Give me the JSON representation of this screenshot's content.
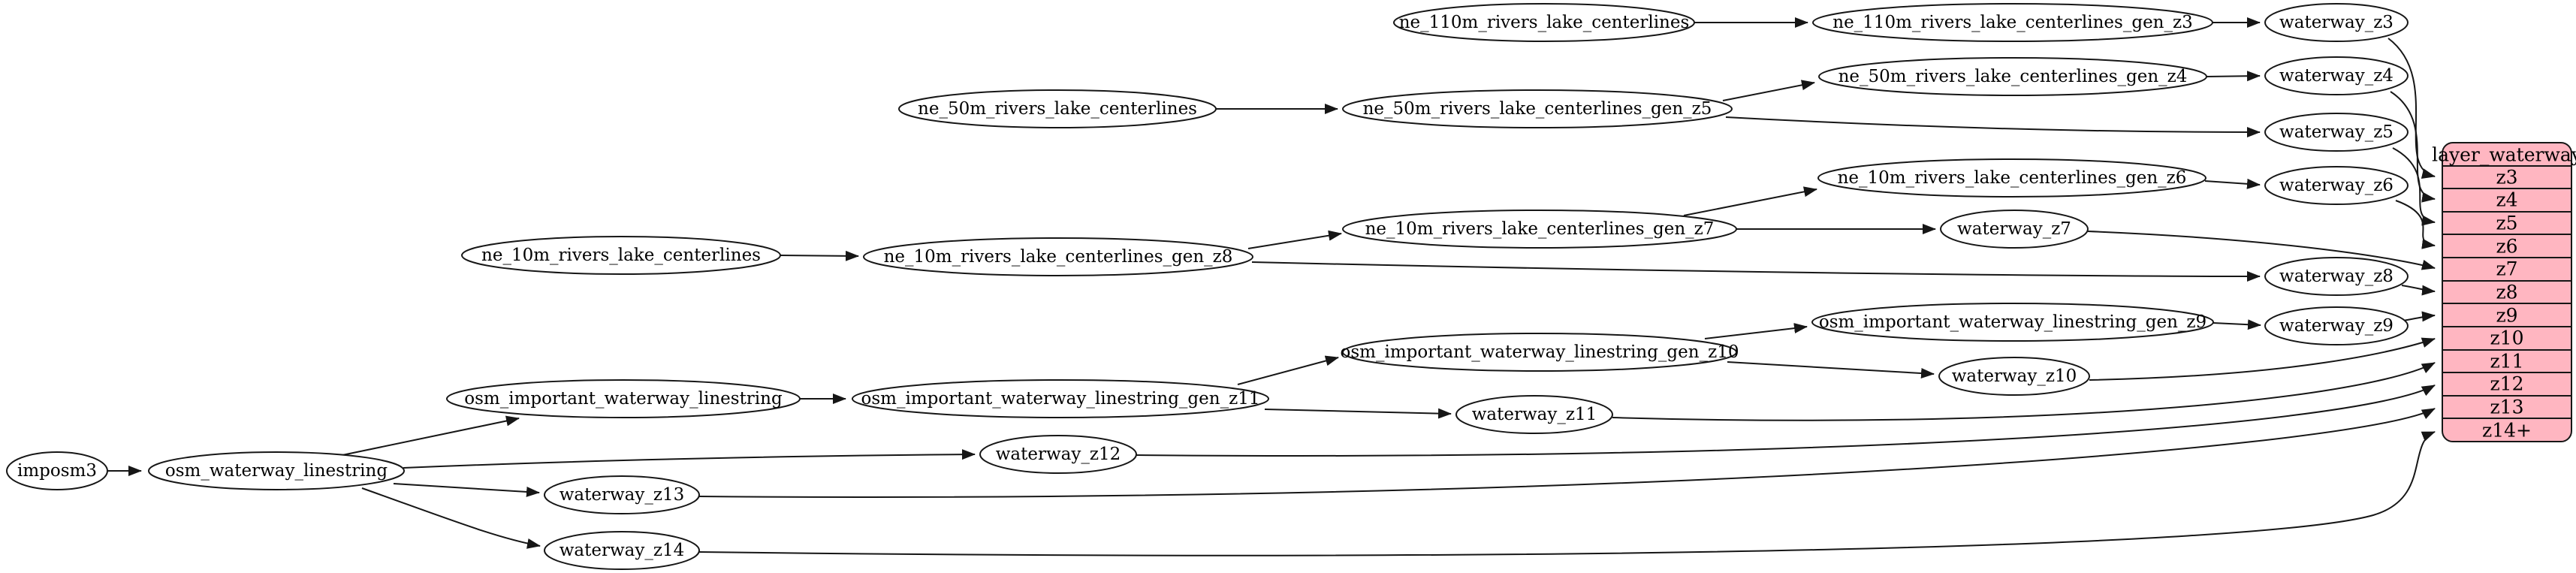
{
  "graph": {
    "nodes": {
      "imposm3": "imposm3",
      "osm_waterway_linestring": "osm_waterway_linestring",
      "osm_important_waterway_linestring": "osm_important_waterway_linestring",
      "osm_important_waterway_linestring_gen_z11": "osm_important_waterway_linestring_gen_z11",
      "osm_important_waterway_linestring_gen_z10": "osm_important_waterway_linestring_gen_z10",
      "osm_important_waterway_linestring_gen_z9": "osm_important_waterway_linestring_gen_z9",
      "ne_110m_rivers_lake_centerlines": "ne_110m_rivers_lake_centerlines",
      "ne_110m_rivers_lake_centerlines_gen_z3": "ne_110m_rivers_lake_centerlines_gen_z3",
      "ne_50m_rivers_lake_centerlines": "ne_50m_rivers_lake_centerlines",
      "ne_50m_rivers_lake_centerlines_gen_z5": "ne_50m_rivers_lake_centerlines_gen_z5",
      "ne_50m_rivers_lake_centerlines_gen_z4": "ne_50m_rivers_lake_centerlines_gen_z4",
      "ne_10m_rivers_lake_centerlines": "ne_10m_rivers_lake_centerlines",
      "ne_10m_rivers_lake_centerlines_gen_z8": "ne_10m_rivers_lake_centerlines_gen_z8",
      "ne_10m_rivers_lake_centerlines_gen_z7": "ne_10m_rivers_lake_centerlines_gen_z7",
      "ne_10m_rivers_lake_centerlines_gen_z6": "ne_10m_rivers_lake_centerlines_gen_z6",
      "waterway_z3": "waterway_z3",
      "waterway_z4": "waterway_z4",
      "waterway_z5": "waterway_z5",
      "waterway_z6": "waterway_z6",
      "waterway_z7": "waterway_z7",
      "waterway_z8": "waterway_z8",
      "waterway_z9": "waterway_z9",
      "waterway_z10": "waterway_z10",
      "waterway_z11": "waterway_z11",
      "waterway_z12": "waterway_z12",
      "waterway_z13": "waterway_z13",
      "waterway_z14": "waterway_z14"
    },
    "table": {
      "title": "layer_waterway",
      "rows": [
        "z3",
        "z4",
        "z5",
        "z6",
        "z7",
        "z8",
        "z9",
        "z10",
        "z11",
        "z12",
        "z13",
        "z14+"
      ],
      "fill": "#ffb6c1",
      "stroke": "#161616"
    },
    "edges": [
      "imposm3 -> osm_waterway_linestring",
      "osm_waterway_linestring -> osm_important_waterway_linestring",
      "osm_waterway_linestring -> waterway_z12",
      "osm_waterway_linestring -> waterway_z13",
      "osm_waterway_linestring -> waterway_z14",
      "osm_important_waterway_linestring -> osm_important_waterway_linestring_gen_z11",
      "osm_important_waterway_linestring_gen_z11 -> osm_important_waterway_linestring_gen_z10",
      "osm_important_waterway_linestring_gen_z11 -> waterway_z11",
      "osm_important_waterway_linestring_gen_z10 -> osm_important_waterway_linestring_gen_z9",
      "osm_important_waterway_linestring_gen_z10 -> waterway_z10",
      "osm_important_waterway_linestring_gen_z9 -> waterway_z9",
      "ne_110m_rivers_lake_centerlines -> ne_110m_rivers_lake_centerlines_gen_z3",
      "ne_110m_rivers_lake_centerlines_gen_z3 -> waterway_z3",
      "ne_50m_rivers_lake_centerlines -> ne_50m_rivers_lake_centerlines_gen_z5",
      "ne_50m_rivers_lake_centerlines_gen_z5 -> ne_50m_rivers_lake_centerlines_gen_z4",
      "ne_50m_rivers_lake_centerlines_gen_z5 -> waterway_z5",
      "ne_50m_rivers_lake_centerlines_gen_z4 -> waterway_z4",
      "ne_10m_rivers_lake_centerlines -> ne_10m_rivers_lake_centerlines_gen_z8",
      "ne_10m_rivers_lake_centerlines_gen_z8 -> ne_10m_rivers_lake_centerlines_gen_z7",
      "ne_10m_rivers_lake_centerlines_gen_z8 -> waterway_z8",
      "ne_10m_rivers_lake_centerlines_gen_z7 -> ne_10m_rivers_lake_centerlines_gen_z6",
      "ne_10m_rivers_lake_centerlines_gen_z7 -> waterway_z7",
      "ne_10m_rivers_lake_centerlines_gen_z6 -> waterway_z6",
      "waterway_z3 -> layer_waterway:z3",
      "waterway_z4 -> layer_waterway:z4",
      "waterway_z5 -> layer_waterway:z5",
      "waterway_z6 -> layer_waterway:z6",
      "waterway_z7 -> layer_waterway:z7",
      "waterway_z8 -> layer_waterway:z8",
      "waterway_z9 -> layer_waterway:z9",
      "waterway_z10 -> layer_waterway:z10",
      "waterway_z11 -> layer_waterway:z11",
      "waterway_z12 -> layer_waterway:z12",
      "waterway_z13 -> layer_waterway:z13",
      "waterway_z14 -> layer_waterway:z14+"
    ]
  }
}
